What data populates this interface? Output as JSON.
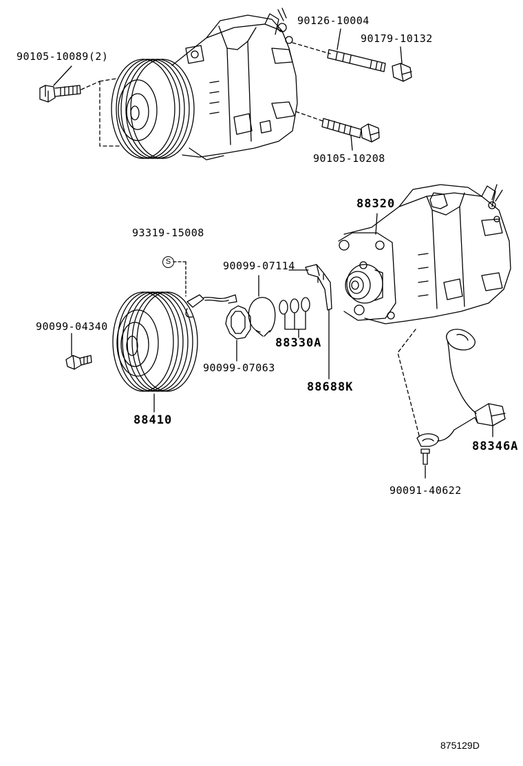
{
  "diagram": {
    "labels": {
      "bolt_top_left": "90105-10089(2)",
      "stud_top": "90126-10004",
      "nut_top": "90179-10132",
      "bolt_top_lower": "90105-10208",
      "compressor": "88320",
      "s_marker_part": "93319-15008",
      "s_marker_symbol": "S",
      "snap_ring_large": "90099-07114",
      "clutch_bolt": "90099-04340",
      "shim_set": "88330A",
      "snap_ring_small": "90099-07063",
      "bracket": "88688K",
      "clutch_assy": "88410",
      "sensor": "88346A",
      "sensor_screw": "90091-40622"
    },
    "figure_id": "875129D"
  }
}
